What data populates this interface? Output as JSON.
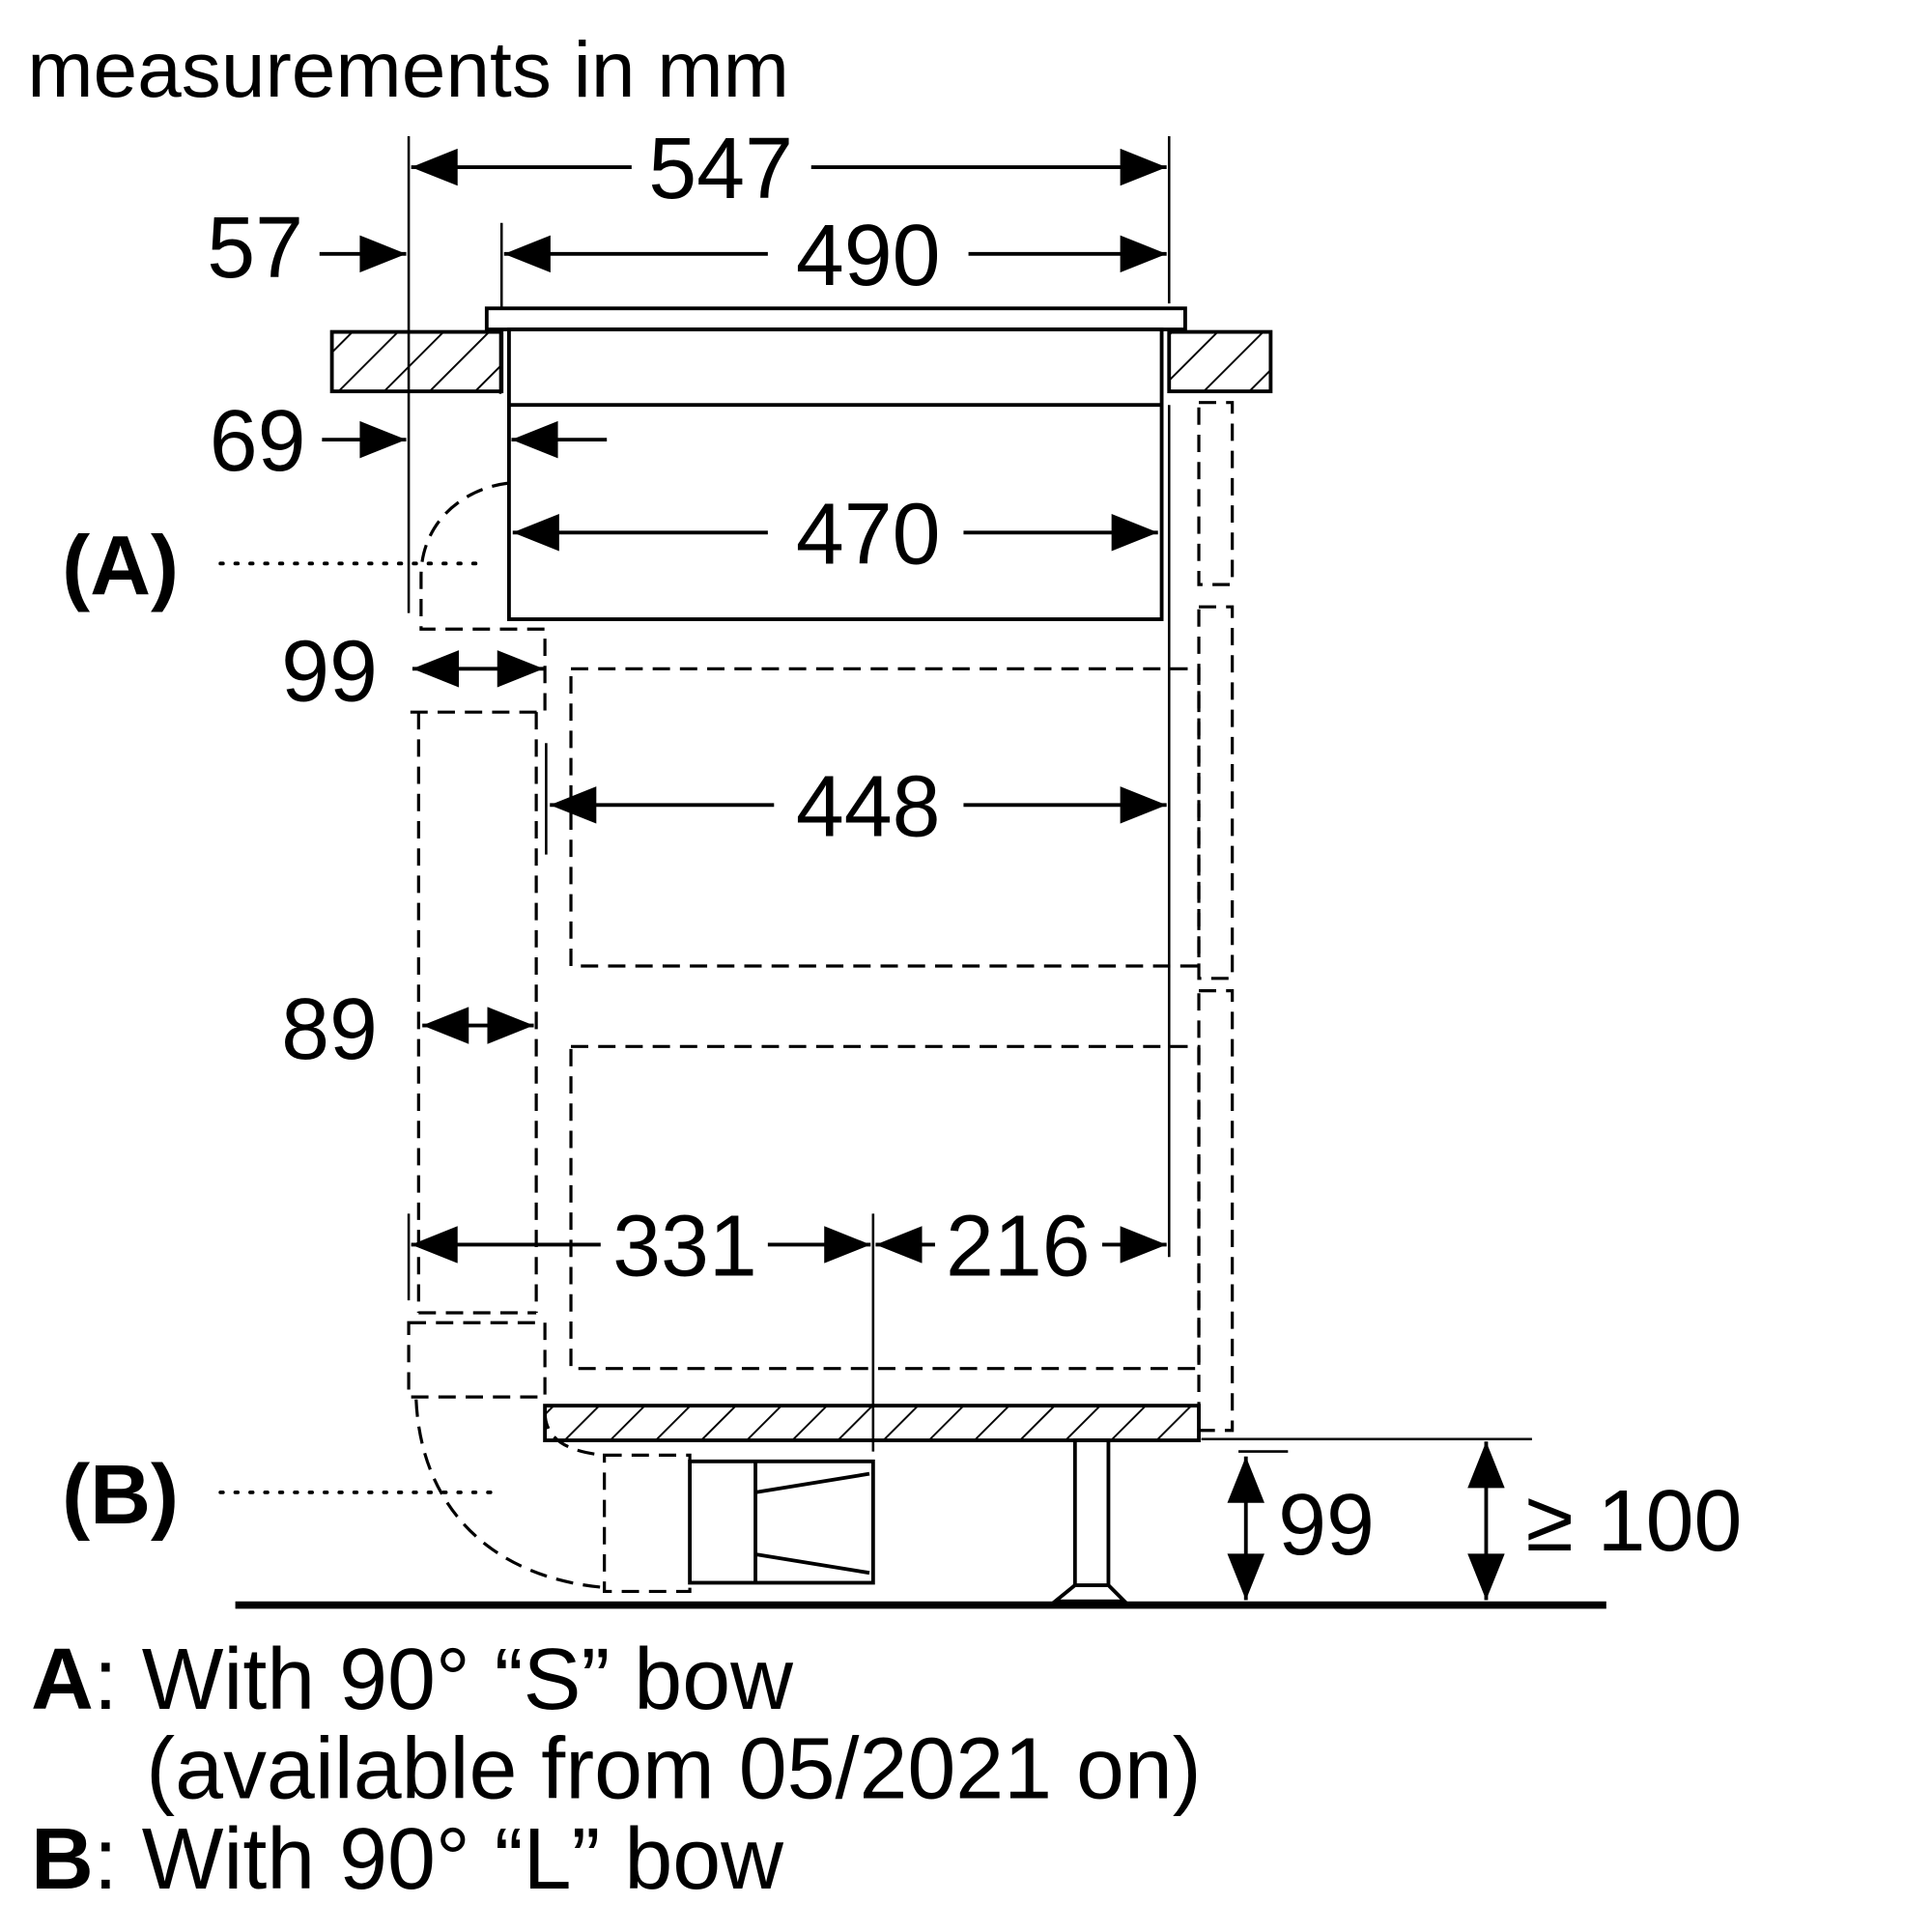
{
  "title": "measurements in mm",
  "dimensions": {
    "overall_width": "547",
    "cutout_width": "490",
    "left_offset_top": "57",
    "left_offset_body": "69",
    "body_width": "470",
    "duct_a_width": "99",
    "drawer_width": "448",
    "duct_width": "89",
    "left_to_center": "331",
    "center_to_right": "216",
    "plinth_height": "99",
    "min_clearance": "≥ 100"
  },
  "callouts": {
    "a": "(A)",
    "b": "(B)"
  },
  "legend": [
    {
      "key": "A",
      "text": ": With 90° “S” bow",
      "note": "(available from 05/2021 on)"
    },
    {
      "key": "B",
      "text": ": With 90° “L” bow"
    }
  ]
}
